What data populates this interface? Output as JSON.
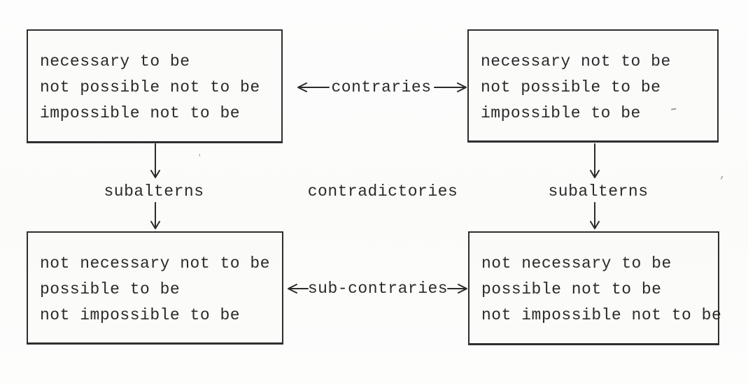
{
  "diagram_type": "modal-square-of-opposition",
  "colors": {
    "ink": "#2b2b2b",
    "paper": "#fcfcfb"
  },
  "boxes": {
    "top_left": {
      "lines": [
        "necessary to be",
        "not possible not to be",
        "impossible not to be"
      ]
    },
    "top_right": {
      "lines": [
        "necessary not to be",
        "not possible to be",
        "impossible to be"
      ]
    },
    "bottom_left": {
      "lines": [
        "not necessary not to be",
        "possible to be",
        "not impossible to be"
      ]
    },
    "bottom_right": {
      "lines": [
        "not necessary to be",
        "possible not to be",
        "not impossible not to be"
      ]
    }
  },
  "labels": {
    "contraries": "contraries",
    "contradictories": "contradictories",
    "subalterns_left": "subalterns",
    "subalterns_right": "subalterns",
    "sub_contraries": "sub-contraries"
  },
  "relations": [
    {
      "source": "top-left",
      "target": "top-right",
      "type": "contraries"
    },
    {
      "source": "top-left",
      "target": "bottom-left",
      "type": "subalterns"
    },
    {
      "source": "top-right",
      "target": "bottom-right",
      "type": "subalterns"
    },
    {
      "source": "top-left",
      "target": "bottom-right",
      "type": "contradictories"
    },
    {
      "source": "top-right",
      "target": "bottom-left",
      "type": "contradictories"
    },
    {
      "source": "bottom-left",
      "target": "bottom-right",
      "type": "sub-contraries"
    }
  ],
  "artifacts": {
    "dash": "-",
    "tick": "ʼ",
    "speck": ","
  }
}
